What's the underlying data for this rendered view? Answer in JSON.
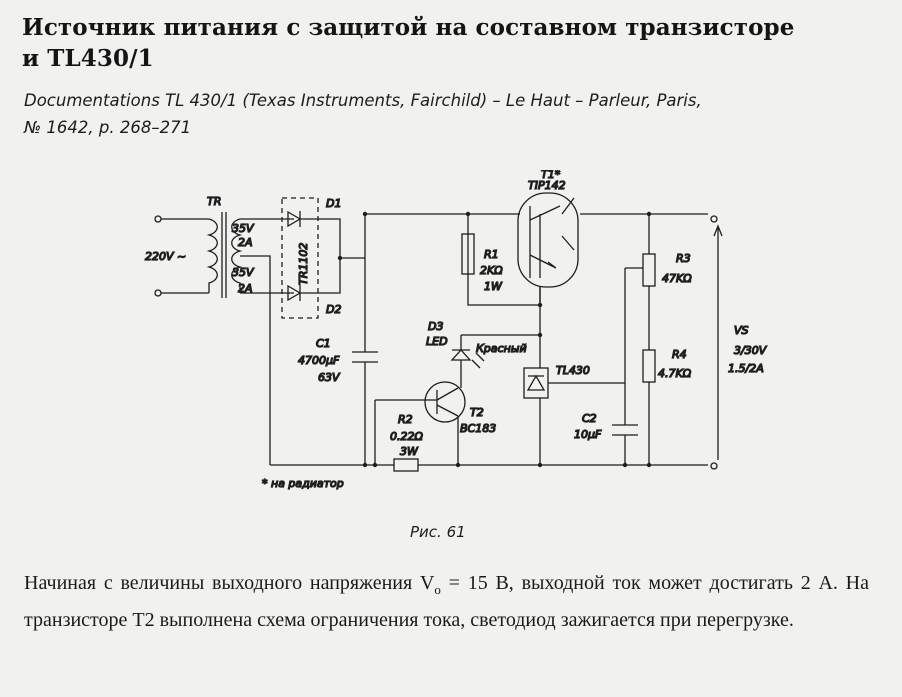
{
  "article": {
    "title_line1": "Источник питания с защитой на составном транзисторе",
    "title_line2": "и TL430/1",
    "source_line1": "Documentations TL 430/1 (Texas Instruments, Fairchild) – Le Haut – Parleur, Paris,",
    "source_line2": "№ 1642, p. 268–271",
    "figure_caption": "Рис. 61",
    "body_part1": "Начиная с величины выходного напряжения V",
    "body_sub": "o",
    "body_part2": " = 15 В, выходной ток может достигать 2 А. На транзисторе T2 выполнена схема ограничения тока, светодиод зажигается при перегрузке."
  },
  "schematic": {
    "tr_label": "TR",
    "input_voltage": "220V ~",
    "winding1_voltage": "35V",
    "winding1_current": "2A",
    "winding2_voltage": "35V",
    "winding2_current": "2A",
    "bridge_label": "TR1102",
    "d1_label": "D1",
    "d2_label": "D2",
    "t1_label": "T1*",
    "t1_part": "TIP142",
    "r1_label": "R1",
    "r1_value": "2KΩ",
    "r1_power": "1W",
    "d3_label": "D3",
    "d3_type": "LED",
    "d3_color": "Красный",
    "c1_label": "C1",
    "c1_value": "4700μF",
    "c1_voltage": "63V",
    "r2_label": "R2",
    "r2_value": "0.22Ω",
    "r2_power": "3W",
    "t2_label": "T2",
    "t2_part": "BC183",
    "tl_label": "TL430",
    "c2_label": "C2",
    "c2_value": "10μF",
    "r3_label": "R3",
    "r3_value": "47KΩ",
    "r4_label": "R4",
    "r4_value": "4.7KΩ",
    "vs_label": "VS",
    "vs_range": "3/30V",
    "vs_current": "1.5/2A",
    "heatsink_note": "* на радиатор"
  }
}
